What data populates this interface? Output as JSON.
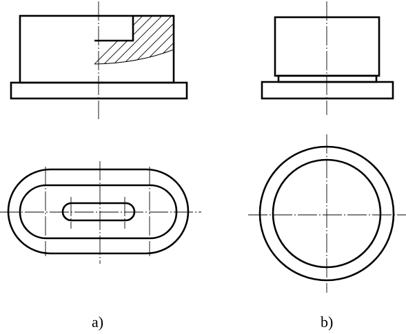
{
  "figure": {
    "panels": [
      {
        "id": "a",
        "caption": "a)"
      },
      {
        "id": "b",
        "caption": "b)"
      }
    ],
    "colors": {
      "ink": "#000000",
      "background": "#ffffff"
    }
  }
}
